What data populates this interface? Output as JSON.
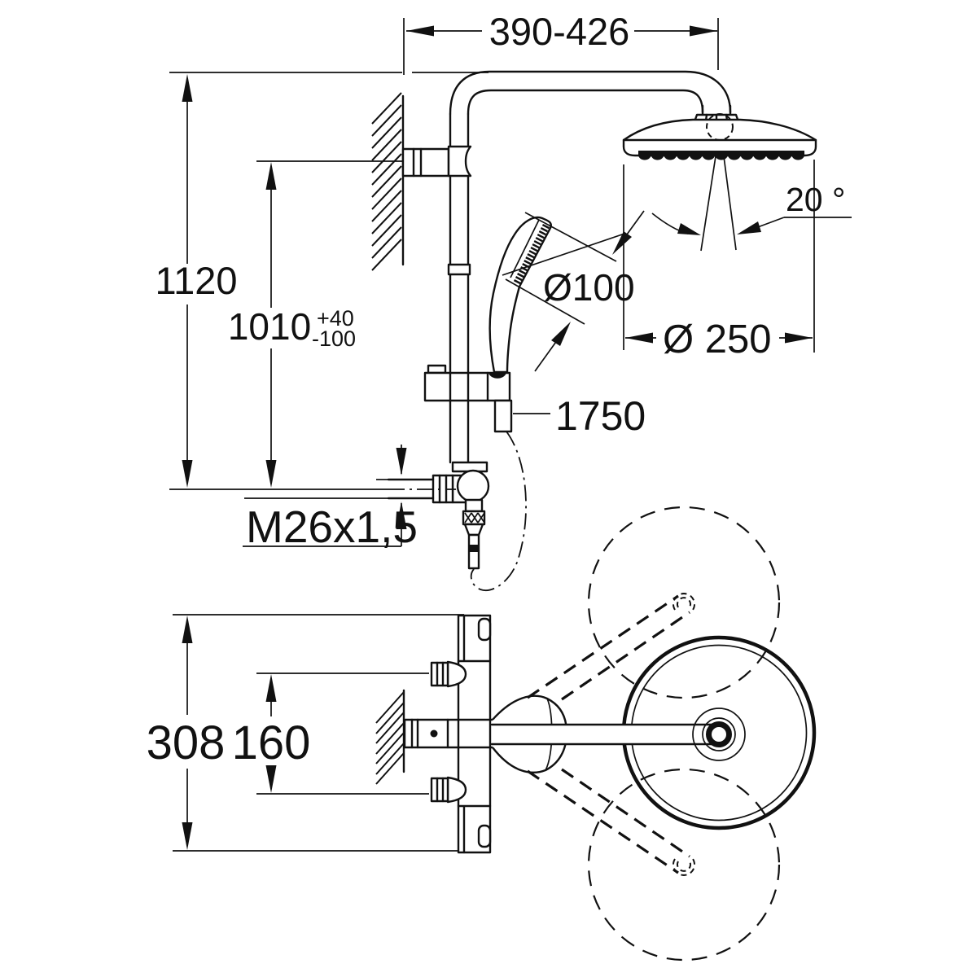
{
  "drawing": {
    "line_color": "#111111",
    "background_color": "#ffffff"
  },
  "dimensions": {
    "width_range": "390-426",
    "total_height": "1120",
    "bracket_height": "1010",
    "bracket_tol_plus": "+40",
    "bracket_tol_minus": "-100",
    "head_angle": "20 °",
    "hand_shower_dia": "Ø100",
    "head_shower_dia": "Ø 250",
    "hose_length": "1750",
    "thread": "M26x1,5",
    "valve_total": "308",
    "valve_centers": "160"
  }
}
